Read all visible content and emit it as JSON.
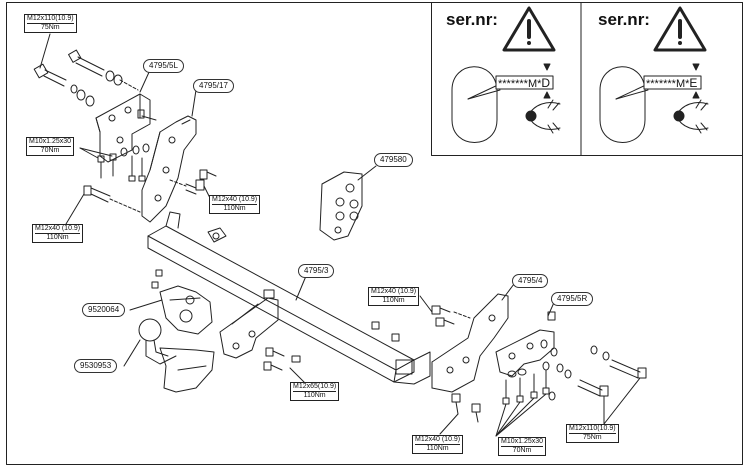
{
  "specs": [
    {
      "id": "m12x110-top",
      "size": "M12x110(10.9)",
      "torque": "75Nm"
    },
    {
      "id": "m10x125-left",
      "size": "M10x1.25x30",
      "torque": "70Nm"
    },
    {
      "id": "m12x40-left",
      "size": "M12x40 (10.9)",
      "torque": "110Nm"
    },
    {
      "id": "m12x40-mid",
      "size": "M12x40 (10.9)",
      "torque": "110Nm"
    },
    {
      "id": "m12x40-right",
      "size": "M12x40 (10.9)",
      "torque": "110Nm"
    },
    {
      "id": "m12x65",
      "size": "M12x65(10.9)",
      "torque": "110Nm"
    },
    {
      "id": "m12x40-bottom",
      "size": "M12x40 (10.9)",
      "torque": "110Nm"
    },
    {
      "id": "m10x125-bottom",
      "size": "M10x1.25x30",
      "torque": "70Nm"
    },
    {
      "id": "m12x110-right",
      "size": "M12x110(10.9)",
      "torque": "75Nm"
    }
  ],
  "parts": [
    {
      "id": "4795-5l",
      "label": "4795/5L"
    },
    {
      "id": "4795-17",
      "label": "4795/17"
    },
    {
      "id": "479580",
      "label": "479580"
    },
    {
      "id": "4795-3",
      "label": "4795/3"
    },
    {
      "id": "4795-4",
      "label": "4795/4"
    },
    {
      "id": "4795-5r",
      "label": "4795/5R"
    },
    {
      "id": "9520064",
      "label": "9520064"
    },
    {
      "id": "9530953",
      "label": "9530953"
    }
  ],
  "serial_panels": [
    {
      "title": "ser.nr:",
      "stars": "*******M*",
      "code": "D"
    },
    {
      "title": "ser.nr:",
      "stars": "*******M*",
      "code": "E"
    }
  ],
  "icons": {
    "warning": "warning-triangle-icon",
    "eye": "eye-icon"
  },
  "colors": {
    "ink": "#222222",
    "paper": "#ffffff"
  }
}
